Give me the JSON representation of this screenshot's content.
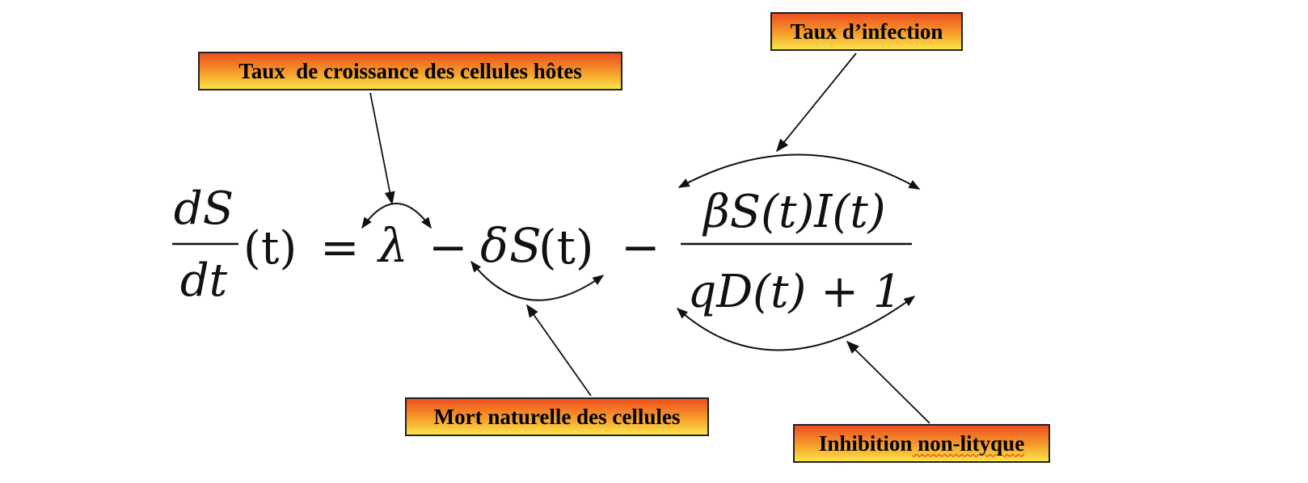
{
  "annotations": {
    "growth": "Taux  de croissance des cellules hôtes",
    "infection": "Taux d’infection",
    "death": "Mort naturelle des cellules",
    "inhibition_word": "Inhibition",
    "inhibition_rest": " non-lityque"
  },
  "equation": {
    "lhs_num": "dS",
    "lhs_den": "dt",
    "lhs_arg": "(t)",
    "equals": "=",
    "lambda": "λ",
    "minus1": "−",
    "delta": "δ",
    "S": "S",
    "S_arg": "(t)",
    "minus2": "−",
    "frac_num": "βS(t)I(t)",
    "frac_den": "qD(t) + 1"
  },
  "colors": {
    "label_top": "#ee4f1f",
    "label_mid": "#f59e2a",
    "label_bottom": "#fbe34a",
    "ink": "#111111"
  }
}
